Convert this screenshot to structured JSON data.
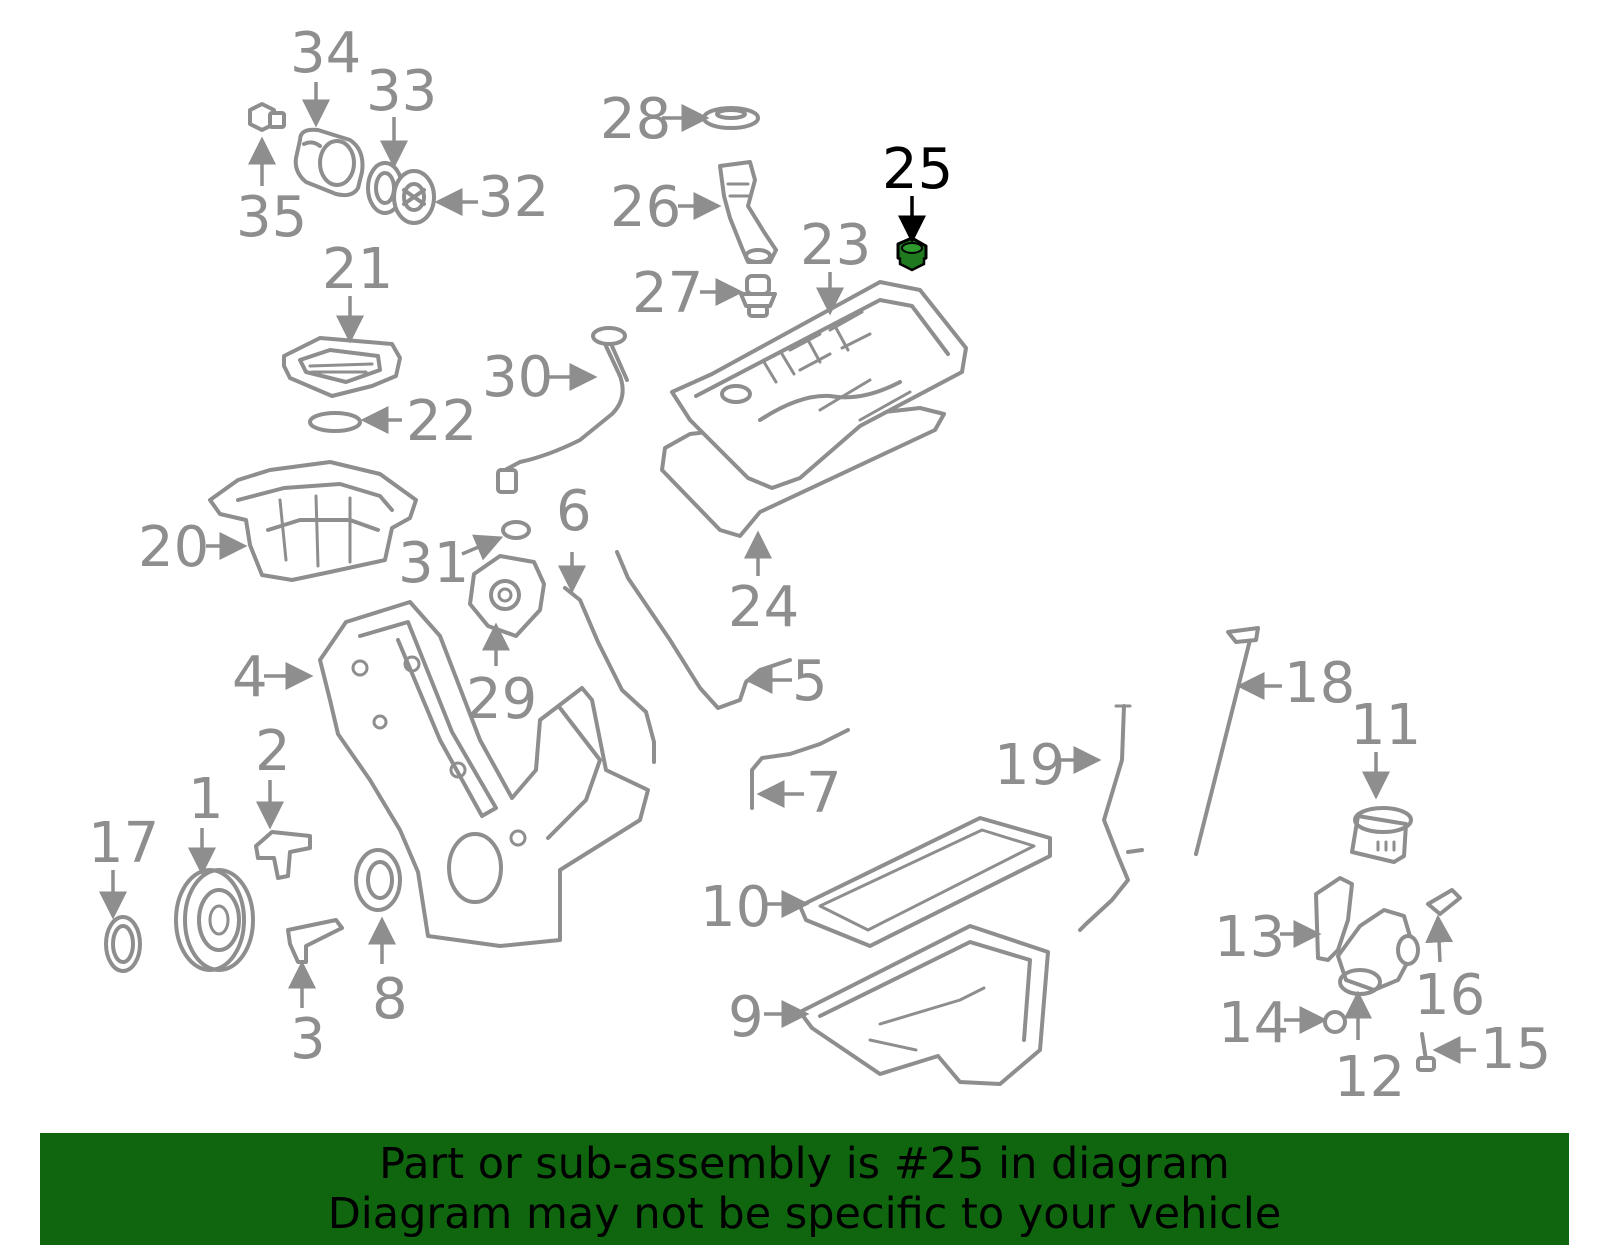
{
  "diagram": {
    "highlighted_part": "25",
    "highlight_color": "#1f7a1f",
    "line_color": "#8e8e8e",
    "callouts": [
      "1",
      "2",
      "3",
      "4",
      "5",
      "6",
      "7",
      "8",
      "9",
      "10",
      "11",
      "12",
      "13",
      "14",
      "15",
      "16",
      "17",
      "18",
      "19",
      "20",
      "21",
      "22",
      "23",
      "24",
      "25",
      "26",
      "27",
      "28",
      "29",
      "30",
      "31",
      "32",
      "33",
      "34",
      "35"
    ]
  },
  "banner": {
    "line1": "Part or sub-assembly is #25 in diagram",
    "line2": "Diagram may not be specific to your vehicle",
    "background": "#0f660f"
  }
}
